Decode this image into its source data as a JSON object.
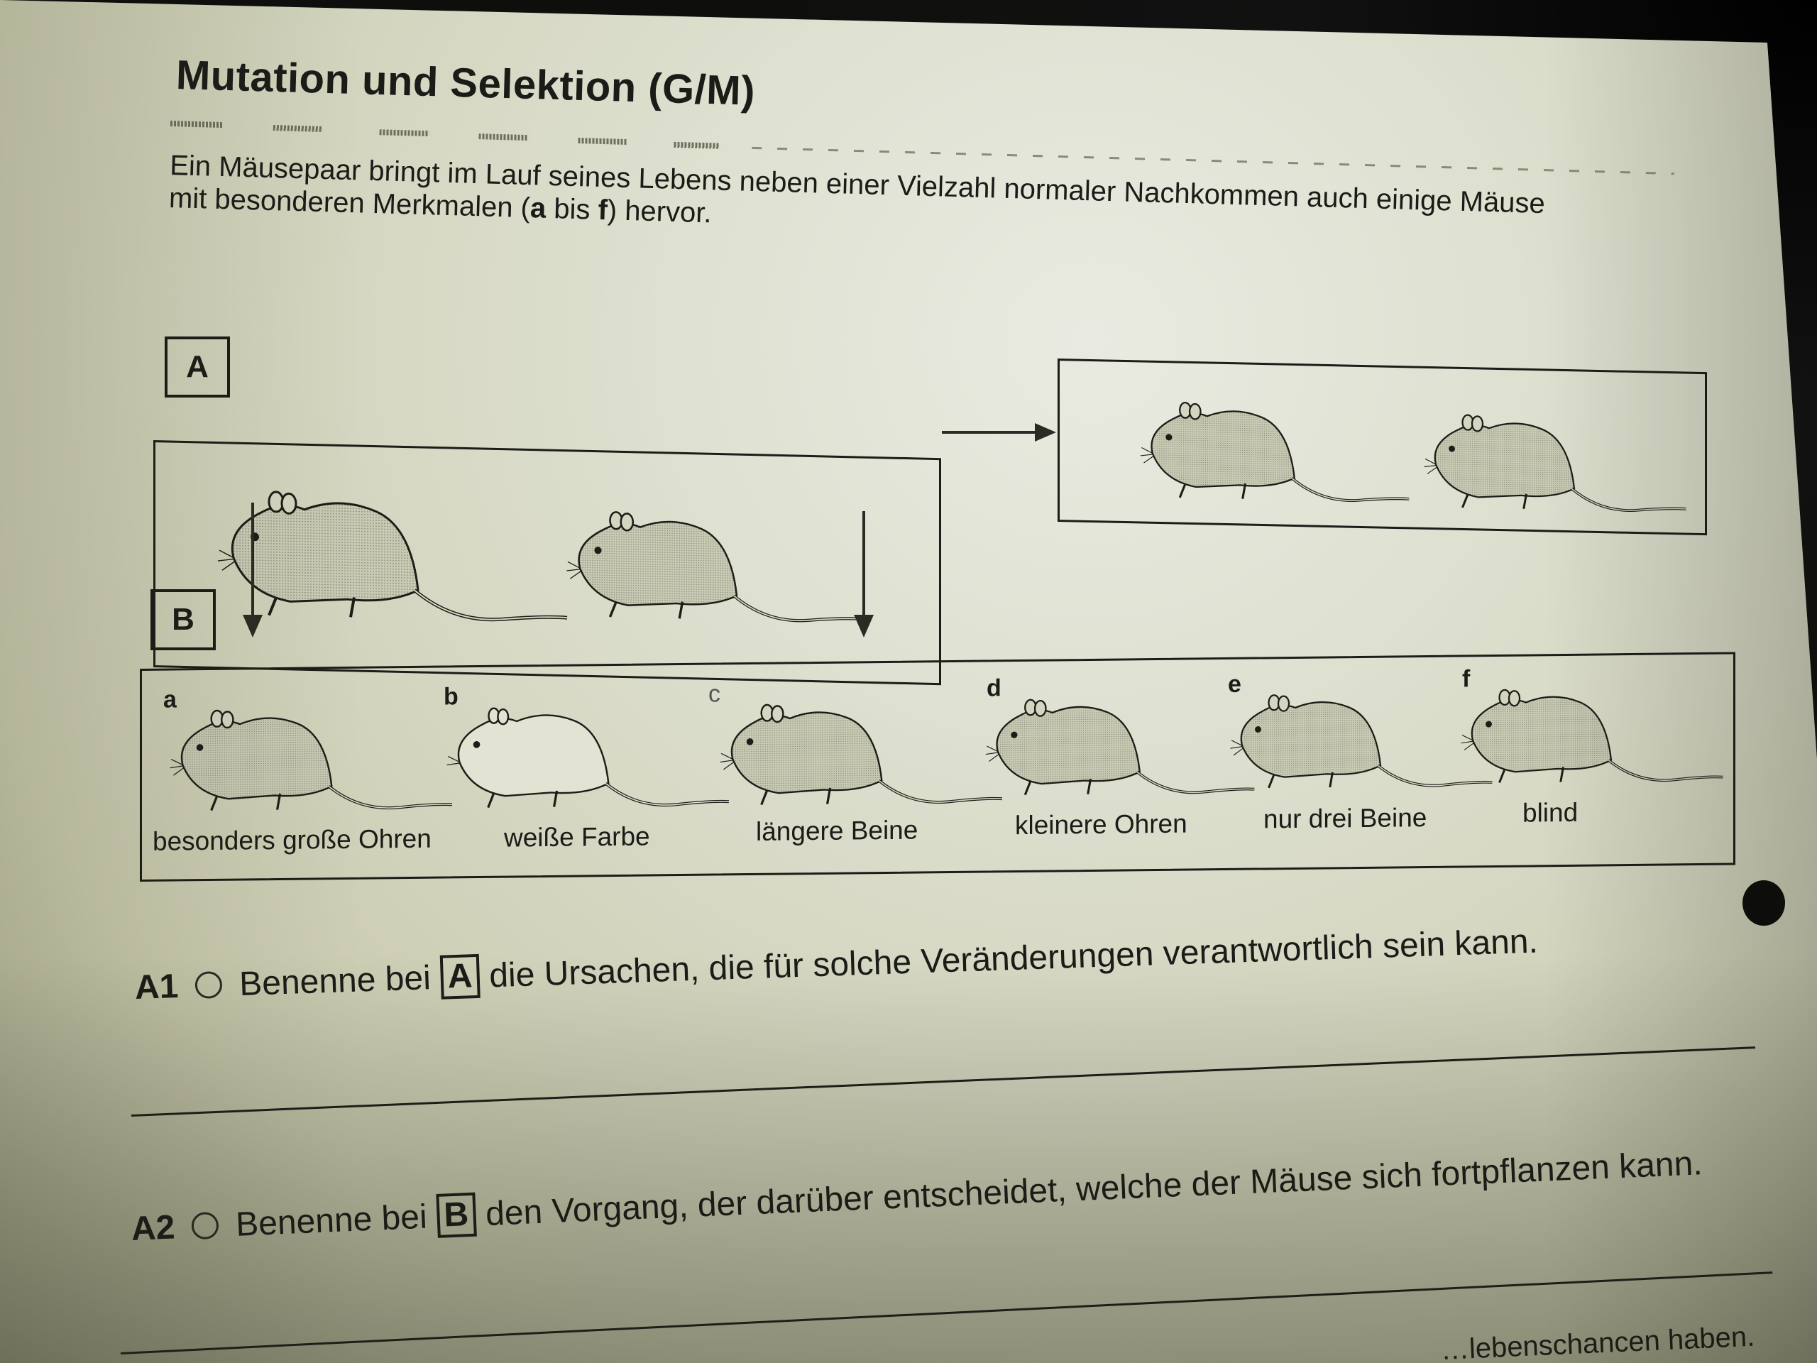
{
  "worksheet": {
    "title": "Mutation und Selektion (G/M)",
    "intro": {
      "line1": "Ein Mäusepaar bringt im Lauf seines Lebens neben einer Vielzahl normaler Nachkommen auch einige Mäuse",
      "line2_before": "mit besonderen Merkmalen (",
      "line2_a": "a",
      "line2_mid": " bis ",
      "line2_f": "f",
      "line2_after": ") hervor."
    },
    "figure": {
      "label_a": "A",
      "label_b": "B",
      "parent_mice_count": 2,
      "normal_offspring_count": 2,
      "variants": [
        {
          "letter": "a",
          "trait": "besonders große Ohren"
        },
        {
          "letter": "b",
          "trait": "weiße Farbe"
        },
        {
          "letter": "c",
          "trait": "längere Beine"
        },
        {
          "letter": "d",
          "trait": "kleinere Ohren"
        },
        {
          "letter": "e",
          "trait": "nur drei Beine"
        },
        {
          "letter": "f",
          "trait": "blind"
        }
      ]
    },
    "tasks": [
      {
        "number": "A1",
        "prefix": "Benenne bei",
        "ref": "A",
        "text": "die Ursachen, die für solche Veränderungen verantwortlich sein kann."
      },
      {
        "number": "A2",
        "prefix": "Benenne bei",
        "ref": "B",
        "text": "den Vorgang, der darüber entscheidet, welche der Mäuse sich fortpflanzen kann."
      }
    ],
    "footer_fragment": "…lebenschancen haben."
  },
  "colors": {
    "paper": "#d9dbc8",
    "ink": "#1b1b18",
    "background": "#0e0f0c"
  }
}
